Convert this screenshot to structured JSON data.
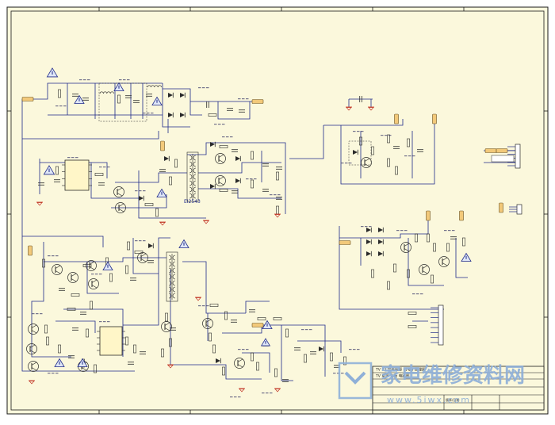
{
  "schematic": {
    "title_block": {
      "title_lines": [
        "TV 72 背光电源 (小板) 原理图",
        "TV 电源 主板 电路图"
      ],
      "label": "版本/日期"
    },
    "transformer_label": "EI2543",
    "watermark": {
      "brand": "家电维修资料网",
      "url": "www.5iwx.com"
    },
    "colors": {
      "paper": "#fbf8dc",
      "frame": "#1a1a1a",
      "wire": "#1f2a8a",
      "component": "#2a2a2a",
      "pin_fill": "#f2c97a",
      "warning_fill": "#dfe7f7",
      "ground": "#c03020",
      "watermark": "#8fb0d8"
    }
  }
}
